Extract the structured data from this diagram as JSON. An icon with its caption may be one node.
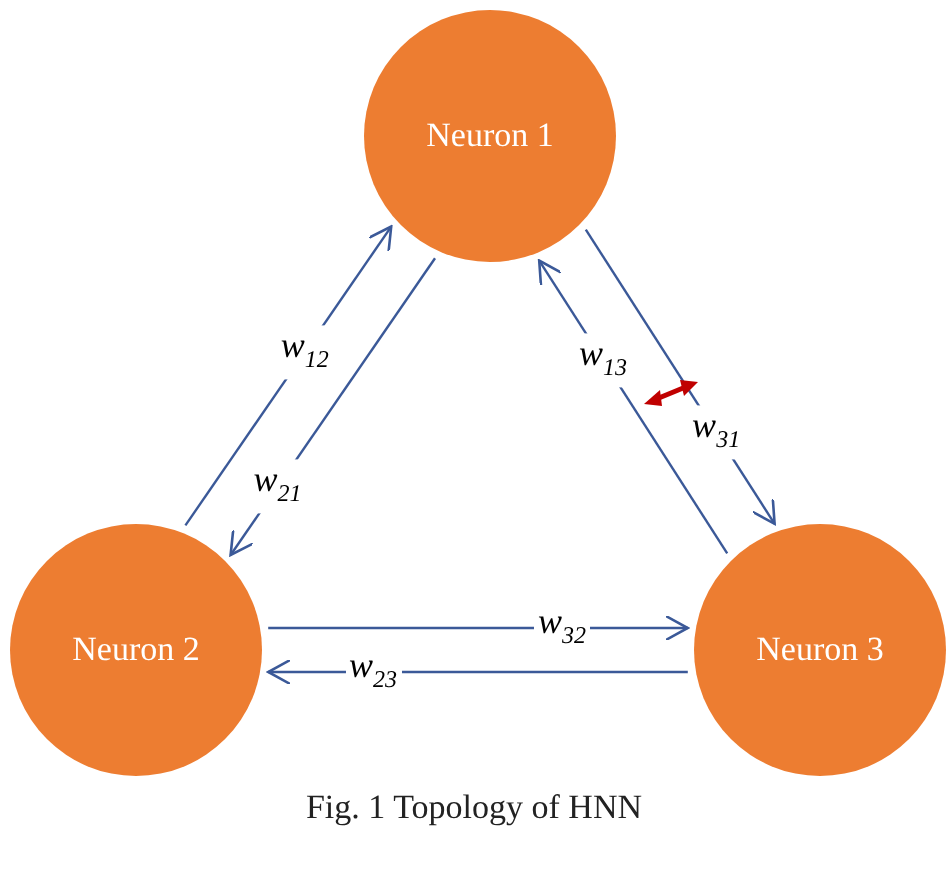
{
  "diagram": {
    "caption": "Fig. 1 Topology of HNN",
    "nodes": [
      {
        "text": [
          "Neuron 1"
        ]
      },
      {
        "text": [
          "Neuron 2"
        ]
      },
      {
        "text": [
          "Neuron 3"
        ]
      }
    ],
    "edges": [
      {
        "from": 1,
        "to": 0,
        "arrow": "to",
        "label": "w$_{12}$"
      },
      {
        "from": 0,
        "to": 1,
        "arrow": "to",
        "label": "w$_{21}$"
      },
      {
        "from": 2,
        "to": 0,
        "arrow": "to",
        "label": "w$_{13}$"
      },
      {
        "from": 0,
        "to": 2,
        "arrow": "to",
        "label": "w$_{31}$"
      },
      {
        "from": 1,
        "to": 2,
        "arrow": "to",
        "label": "w$_{32}$"
      },
      {
        "from": 2,
        "to": 1,
        "arrow": "to",
        "label": "w$_{23}$"
      }
    ]
  }
}
